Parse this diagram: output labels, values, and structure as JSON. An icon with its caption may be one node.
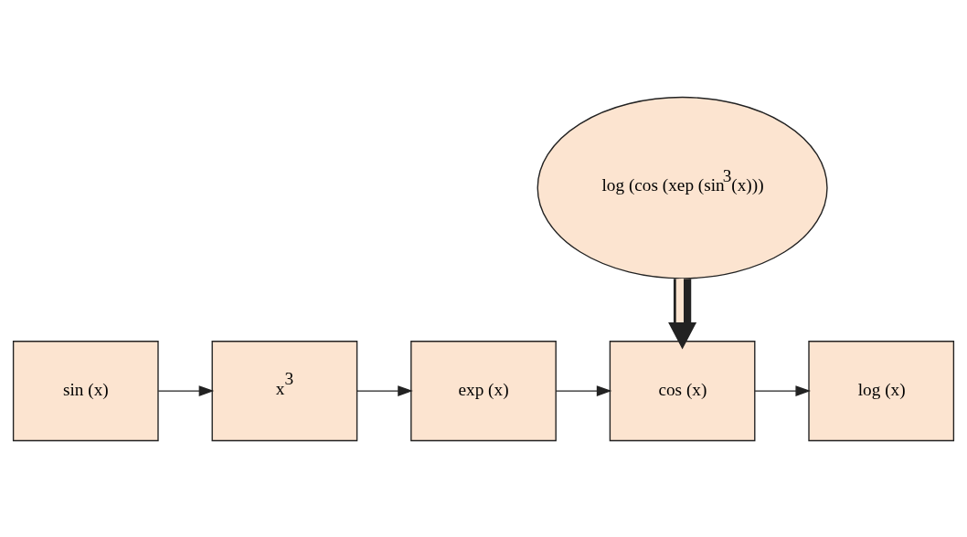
{
  "diagram": {
    "nodes": [
      {
        "text": [
          "log (cos (xep (sin$^{3}$(x)))"
        ]
      },
      {
        "text": [
          "sin (x)"
        ]
      },
      {
        "text": [
          "x$^{3}$"
        ]
      },
      {
        "text": [
          "exp (x)"
        ]
      },
      {
        "text": [
          "cos (x)"
        ]
      },
      {
        "text": [
          "log (x)"
        ]
      }
    ],
    "edges": [
      {
        "from": 0,
        "to": 4,
        "arrow": "to",
        "style": "thick"
      },
      {
        "from": 1,
        "to": 2,
        "arrow": "to"
      },
      {
        "from": 2,
        "to": 3,
        "arrow": "to"
      },
      {
        "from": 3,
        "to": 4,
        "arrow": "to"
      },
      {
        "from": 4,
        "to": 5,
        "arrow": "to"
      }
    ]
  }
}
